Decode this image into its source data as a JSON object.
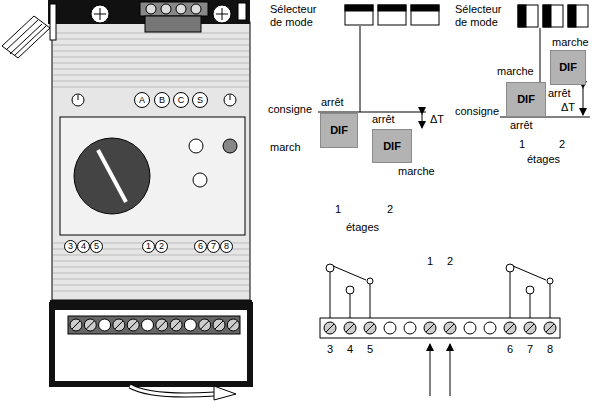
{
  "diagram": {
    "nodes": [
      {
        "text": [
          "DIF"
        ]
      },
      {
        "text": [
          "DIF"
        ]
      },
      {
        "text": [
          "DIF"
        ]
      },
      {
        "text": [
          "DIF"
        ]
      },
      {
        "text": [
          "A"
        ]
      },
      {
        "text": [
          "B"
        ]
      },
      {
        "text": [
          "C"
        ]
      },
      {
        "text": [
          "S"
        ]
      },
      {
        "text": [
          "3"
        ]
      },
      {
        "text": [
          "4"
        ]
      },
      {
        "text": [
          "5"
        ]
      },
      {
        "text": [
          "1"
        ]
      },
      {
        "text": [
          "2"
        ]
      },
      {
        "text": [
          "6"
        ]
      },
      {
        "text": [
          "7"
        ]
      },
      {
        "text": [
          "8"
        ]
      }
    ],
    "labels": [
      "Sélecteur de mode",
      "arrêt",
      "consigne",
      "march",
      "arrêt",
      "ΔT",
      "marche",
      "1",
      "2",
      "étages",
      "Sélecteur de mode",
      "marche",
      "marche",
      "consigne",
      "arrêt",
      "arrêt",
      "ΔT",
      "1",
      "2",
      "étages",
      "1",
      "2",
      "3",
      "4",
      "5",
      "6",
      "7",
      "8"
    ]
  }
}
